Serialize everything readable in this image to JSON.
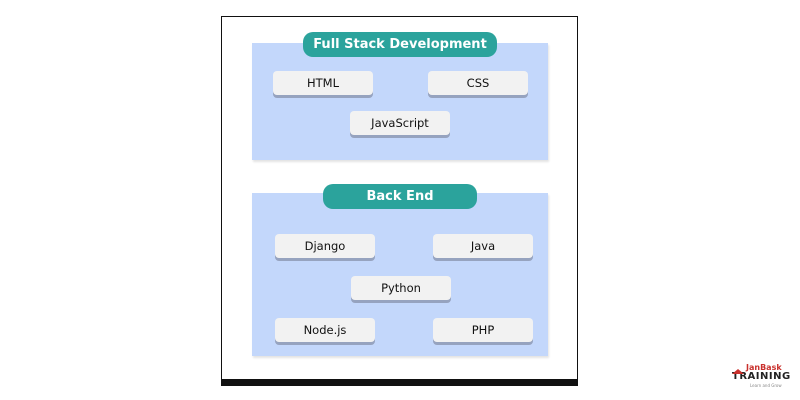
{
  "sections": [
    {
      "title": "Full Stack Development",
      "items": [
        "HTML",
        "CSS",
        "JavaScript"
      ]
    },
    {
      "title": "Back End",
      "items": [
        "Django",
        "Java",
        "Python",
        "Node.js",
        "PHP"
      ]
    }
  ],
  "logo": {
    "line1": "JanBask",
    "line2": "TRAINING",
    "tagline": "Learn and Grow"
  },
  "colors": {
    "panel": "#c3d7fb",
    "pill": "#2ba39c",
    "button": "#f2f2f2"
  }
}
